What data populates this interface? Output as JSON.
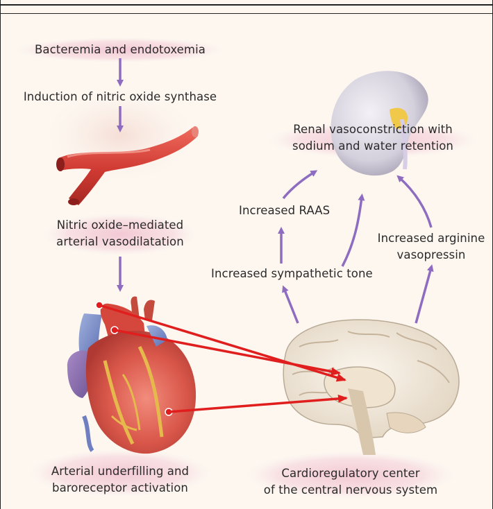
{
  "labels": {
    "bacteremia": "Bacteremia and endotoxemia",
    "induction": "Induction of nitric oxide synthase",
    "vasodilatation_1": "Nitric oxide–mediated",
    "vasodilatation_2": "arterial vasodilatation",
    "underfilling_1": "Arterial underfilling and",
    "underfilling_2": "baroreceptor activation",
    "cns_1": "Cardioregulatory center",
    "cns_2": "of the central nervous system",
    "renal_1": "Renal vasoconstriction with",
    "renal_2": "sodium and water retention",
    "raas": "Increased RAAS",
    "sympathetic": "Increased sympathetic tone",
    "avp_1": "Increased arginine",
    "avp_2": "vasopressin"
  },
  "colors": {
    "arrow_purple": "#8e6cbf",
    "arrow_red": "#e01e1e",
    "glow_pink": "#f2c6d3",
    "artery_red": "#d8443a",
    "kidney_gray": "#d9d6df"
  }
}
